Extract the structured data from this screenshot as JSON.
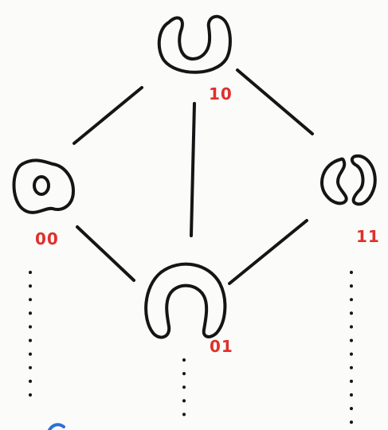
{
  "nodes": {
    "n10": {
      "label": "10"
    },
    "n00": {
      "label": "00"
    },
    "n11": {
      "label": "11"
    },
    "n01": {
      "label": "01"
    }
  },
  "colors": {
    "ink": "#151515",
    "label": "#e0302a",
    "paper": "#fbfbfa"
  }
}
